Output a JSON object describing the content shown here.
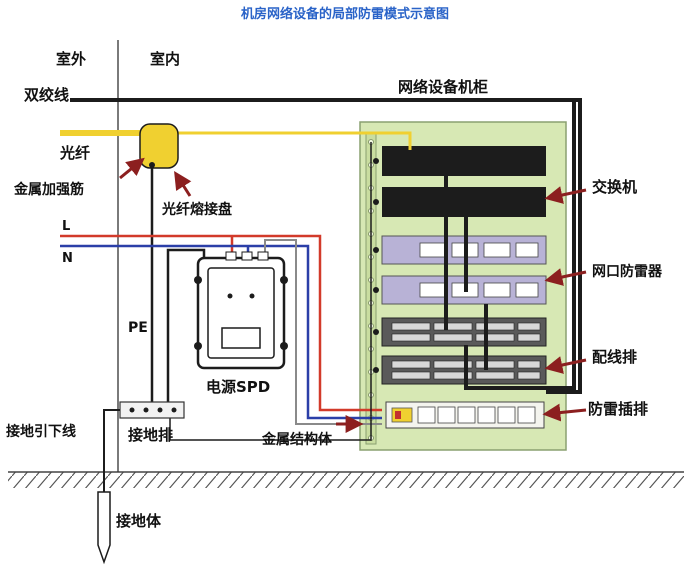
{
  "title": "机房网络设备的局部防雷模式示意图",
  "labels": {
    "outdoor": "室外",
    "indoor": "室内",
    "twisted_pair": "双绞线",
    "network_cabinet": "网络设备机柜",
    "fiber": "光纤",
    "metal_strength_member": "金属加强筋",
    "fiber_splice_box": "光纤熔接盘",
    "switch": "交换机",
    "line_l": "L",
    "line_n": "N",
    "network_arrester": "网口防雷器",
    "patch_panel": "配线排",
    "pe": "PE",
    "power_spd": "电源SPD",
    "surge_strip": "防雷插排",
    "ground_downlead": "接地引下线",
    "ground_bar": "接地排",
    "metal_structure": "金属结构体",
    "ground_electrode": "接地体"
  },
  "colors": {
    "title": "#2a63c8",
    "cabinet": "#d7e8b4",
    "fiber": "#f0d030",
    "phase_line": "#d23a2a",
    "neutral_line": "#2b3fa8",
    "pointer": "#8c1f1f",
    "device_dark": "#1c1c1c",
    "arrester": "#b8b2d6"
  }
}
